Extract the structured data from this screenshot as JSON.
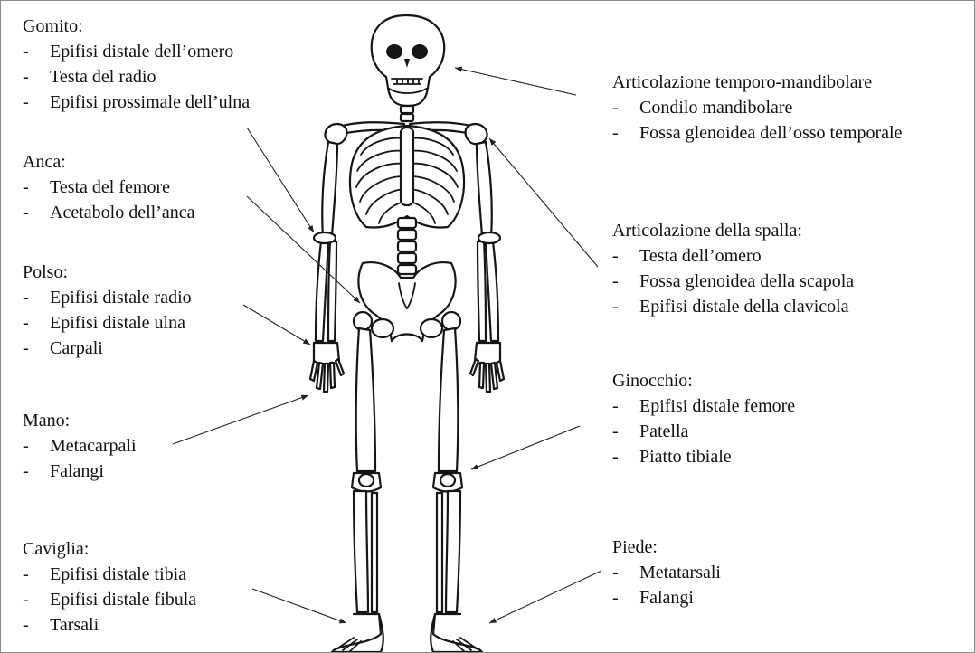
{
  "groups": {
    "gomito": {
      "title": "Gomito:",
      "items": [
        "Epifisi distale dell’omero",
        "Testa del radio",
        "Epifisi prossimale dell’ulna"
      ]
    },
    "anca": {
      "title": "Anca:",
      "items": [
        "Testa del femore",
        "Acetabolo dell’anca"
      ]
    },
    "polso": {
      "title": "Polso:",
      "items": [
        "Epifisi distale radio",
        "Epifisi distale ulna",
        "Carpali"
      ]
    },
    "mano": {
      "title": "Mano:",
      "items": [
        "Metacarpali",
        "Falangi"
      ]
    },
    "caviglia": {
      "title": "Caviglia:",
      "items": [
        "Epifisi distale tibia",
        "Epifisi distale fibula",
        "Tarsali"
      ]
    },
    "atm": {
      "title": "Articolazione temporo-mandibolare",
      "items": [
        "Condilo mandibolare",
        "Fossa glenoidea dell’osso temporale"
      ]
    },
    "spalla": {
      "title": "Articolazione della spalla:",
      "items": [
        "Testa dell’omero",
        "Fossa glenoidea della scapola",
        "Epifisi distale della clavicola"
      ]
    },
    "ginocchio": {
      "title": "Ginocchio:",
      "items": [
        "Epifisi distale femore",
        "Patella",
        "Piatto tibiale"
      ]
    },
    "piede": {
      "title": "Piede:",
      "items": [
        "Metatarsali",
        "Falangi"
      ]
    }
  },
  "bullet": "-"
}
